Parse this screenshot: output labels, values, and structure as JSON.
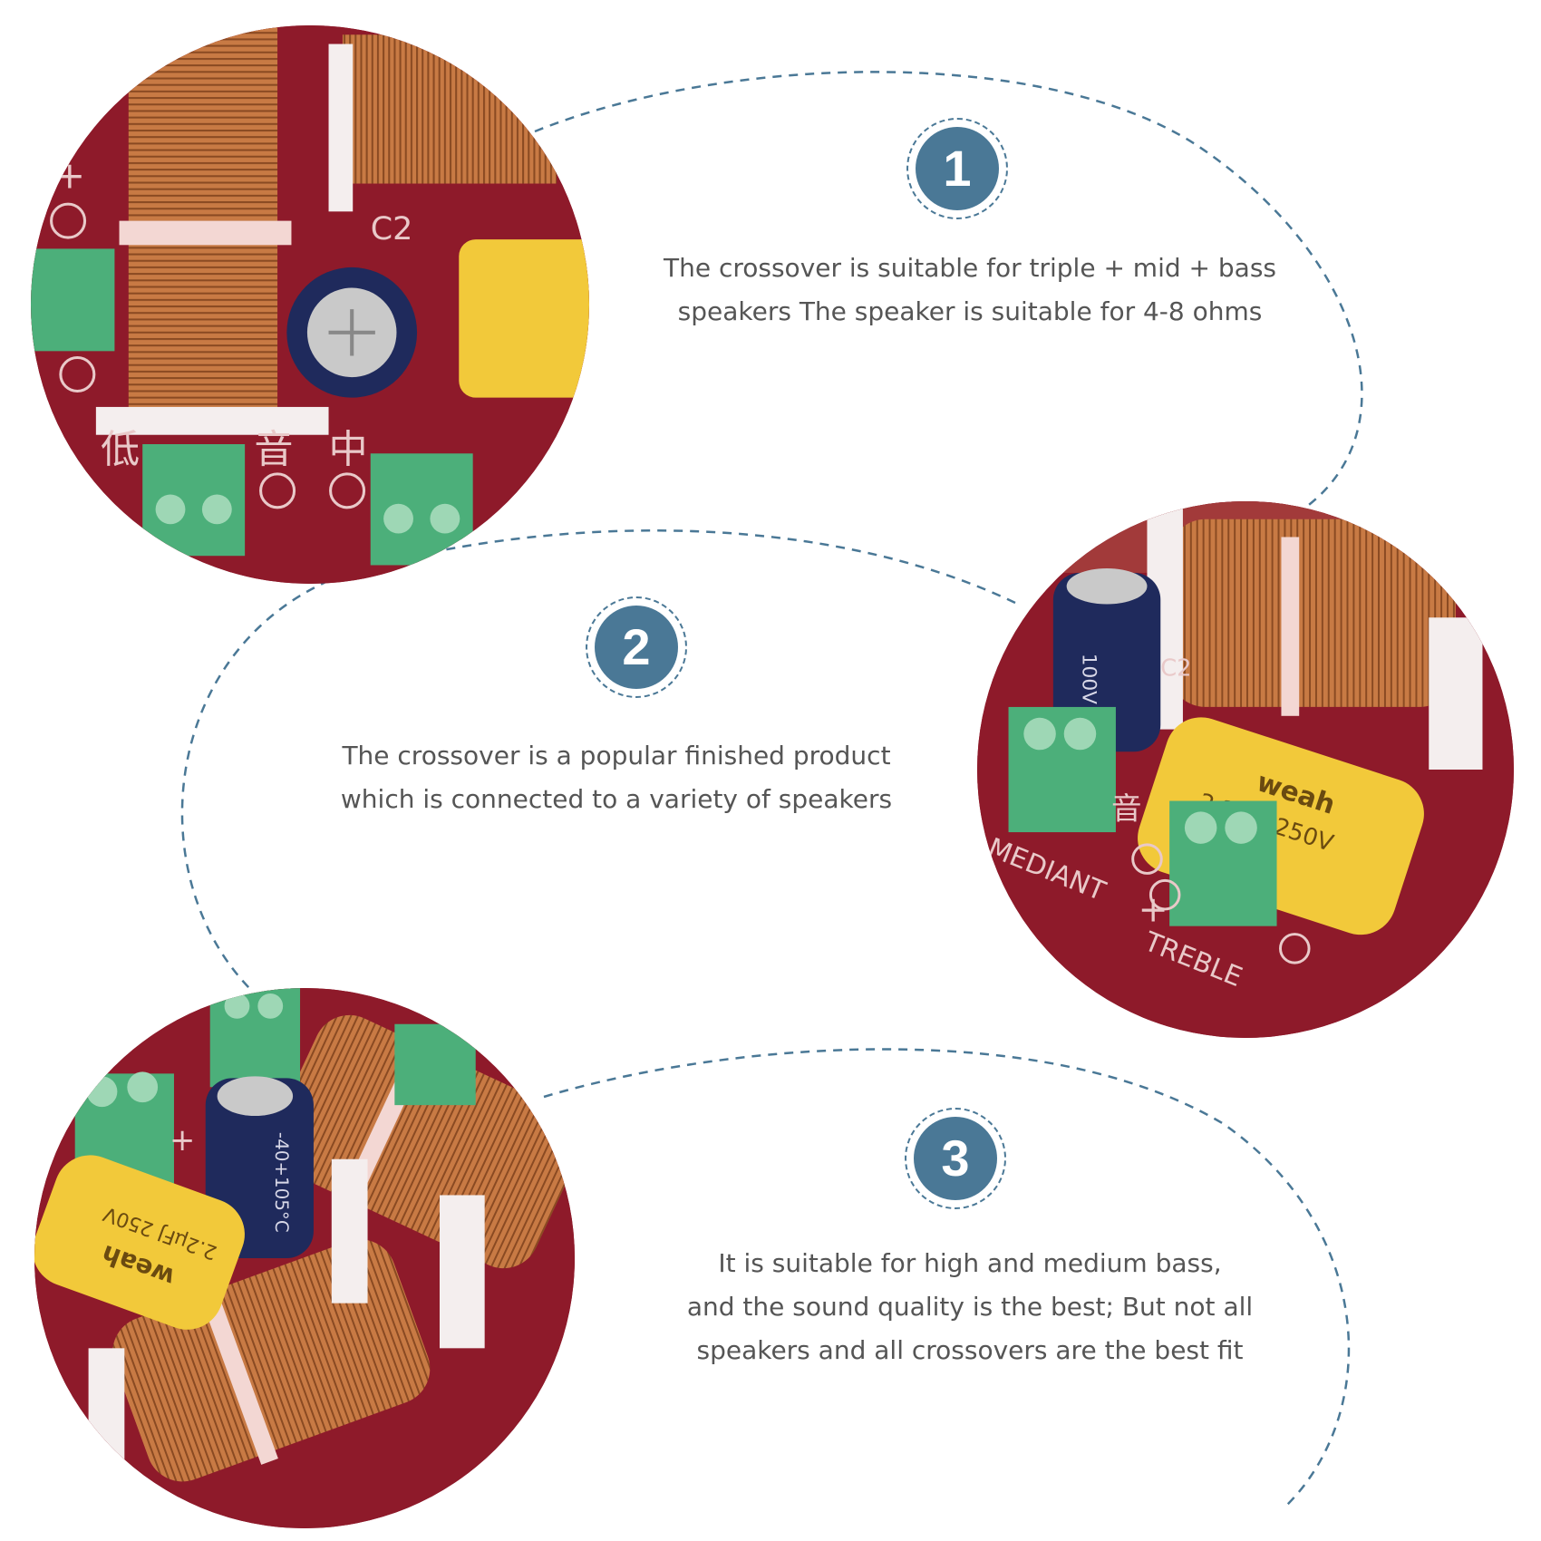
{
  "colors": {
    "accent": "#4a7896",
    "text": "#555555",
    "board_red": "#8e1a2a",
    "copper": "#c87a44",
    "terminal_green": "#4caf7a",
    "capacitor_yellow": "#f2c93a",
    "capacitor_blue": "#1f2a5c"
  },
  "features": [
    {
      "number": "1",
      "lines": [
        "The crossover is suitable for triple + mid + bass",
        "speakers  The speaker is suitable for 4-8 ohms"
      ]
    },
    {
      "number": "2",
      "lines": [
        "The crossover is a popular finished product",
        "which is connected to a variety of speakers"
      ]
    },
    {
      "number": "3",
      "lines": [
        "It is suitable for high and medium bass,",
        "and the sound quality is the best;  But not all",
        "speakers and all crossovers are the best fit"
      ]
    }
  ],
  "photos": [
    {
      "board_marks": [
        "C2",
        "低",
        "音",
        "中",
        "+"
      ]
    },
    {
      "capacitor_brand": "weah",
      "capacitor_rating": "2.2µFJ 250V",
      "electrolytic_label": "100V 22µF",
      "board_marks": [
        "MEDIANT",
        "TREBLE",
        "音",
        "+",
        "C2"
      ]
    },
    {
      "capacitor_brand": "weah",
      "capacitor_rating": "2.2µFJ 250V",
      "electrolytic_label": "-40+105°C",
      "board_marks": [
        "+"
      ]
    }
  ]
}
